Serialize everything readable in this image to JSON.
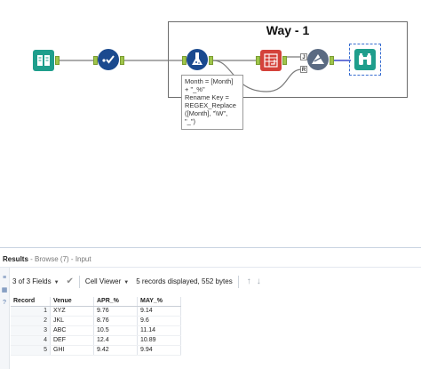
{
  "workflow": {
    "container_title": "Way - 1",
    "annotation_text": "Month = [Month]\n+ \"_%\"\nRename Key =\nREGEX_Replace\n([Month], \"\\W\",\n\"_\")",
    "join_anchor_j": "J",
    "join_anchor_r": "R",
    "tools": [
      {
        "icon": "input-data-icon"
      },
      {
        "icon": "select-icon"
      },
      {
        "icon": "formula-icon"
      },
      {
        "icon": "cross-tab-icon"
      },
      {
        "icon": "join-icon"
      },
      {
        "icon": "browse-icon"
      }
    ],
    "colors": {
      "input": "#1f9e8c",
      "select": "#1b4a8f",
      "formula": "#1b4a8f",
      "crosstab": "#d4423b",
      "join": "#5a6a82",
      "browse": "#1f9e8c",
      "anchor": "#9fc54a"
    }
  },
  "results": {
    "title": "Results",
    "subtitle": "- Browse (7) - Input",
    "fields_label": "3 of 3 Fields",
    "viewer_label": "Cell Viewer",
    "records_info": "5 records displayed, 552 bytes",
    "columns": [
      "Record",
      "Venue",
      "APR_%",
      "MAY_%"
    ],
    "rows": [
      {
        "record": "1",
        "venue": "XYZ",
        "apr": "9.76",
        "may": "9.14"
      },
      {
        "record": "2",
        "venue": "JKL",
        "apr": "8.76",
        "may": "9.6"
      },
      {
        "record": "3",
        "venue": "ABC",
        "apr": "10.5",
        "may": "11.14"
      },
      {
        "record": "4",
        "venue": "DEF",
        "apr": "12.4",
        "may": "10.89"
      },
      {
        "record": "5",
        "venue": "GHI",
        "apr": "9.42",
        "may": "9.94"
      }
    ]
  }
}
